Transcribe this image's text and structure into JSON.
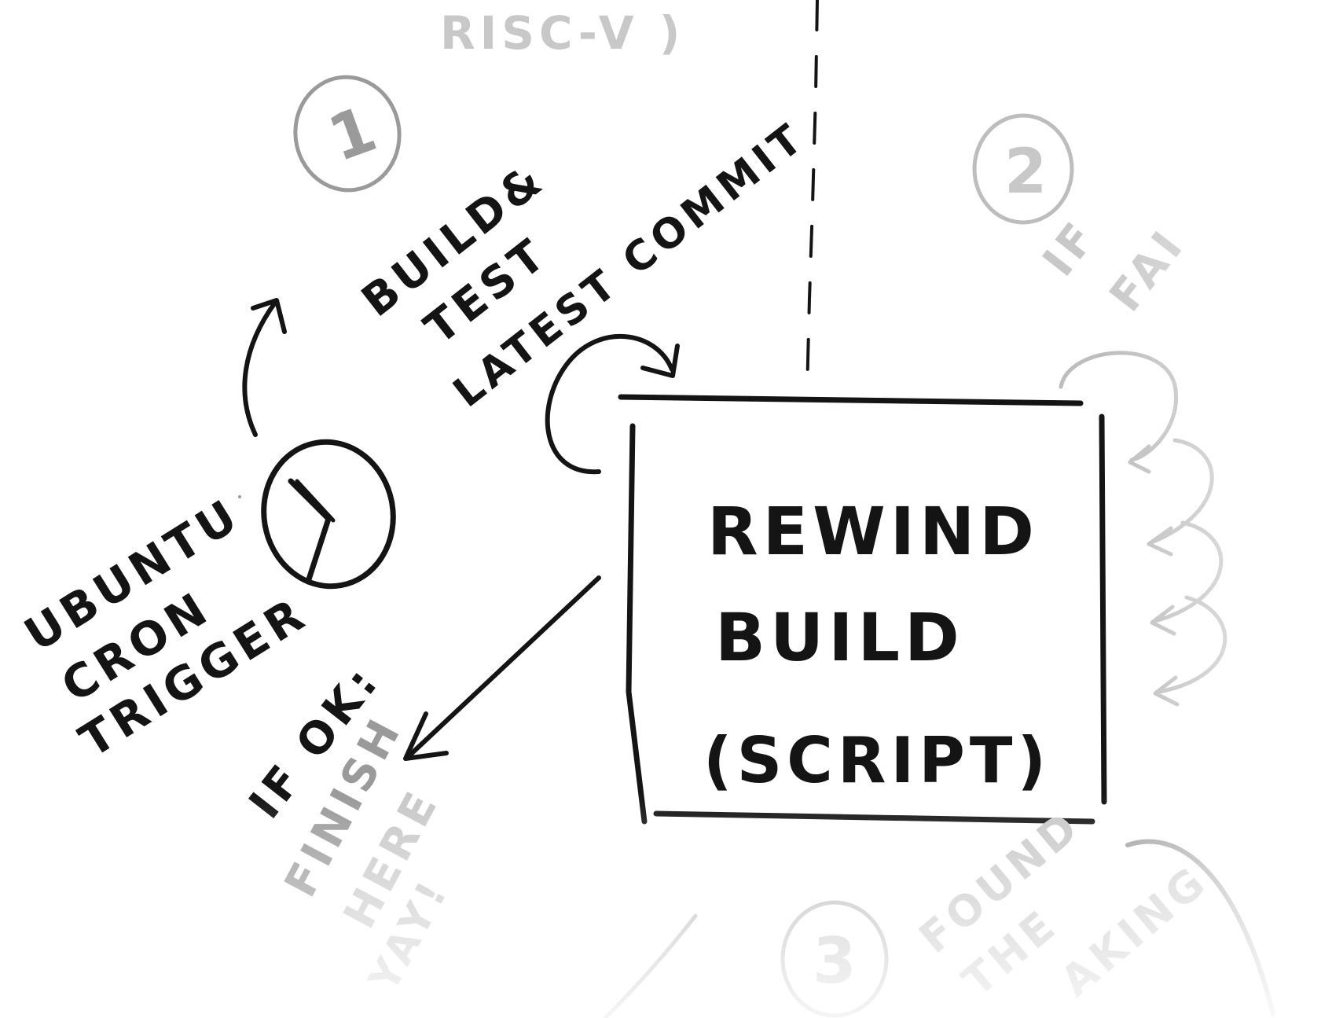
{
  "steps": {
    "step1": "1",
    "step2": "2",
    "step3": "3"
  },
  "labels": {
    "top_partial": "RISC-V )",
    "cron_line1": "UBUNTU",
    "cron_line2": "CRON",
    "cron_line3": "TRIGGER",
    "build_line1": "BUILD&",
    "build_line2": "TEST",
    "build_line3": "LATEST COMMIT",
    "box_line1": "REWIND",
    "box_line2": "BUILD",
    "box_line3": "(SCRIPT)",
    "ok_line1": "IF OK:",
    "ok_line2": "FINISH",
    "ok_line3": "HERE",
    "ok_line4": "YAY!",
    "fail_line1": "IF",
    "fail_line2": "FAI",
    "found_line1": "FOUND",
    "found_line2": "THE",
    "found_line3": "AKING"
  },
  "colors": {
    "ink": "#141414",
    "faded": "#9a9a9a",
    "very_faded": "#c8c8c8",
    "background": "#ffffff"
  },
  "icons": {
    "cron": "clock-icon",
    "loop": "loop-arrow-icon"
  }
}
